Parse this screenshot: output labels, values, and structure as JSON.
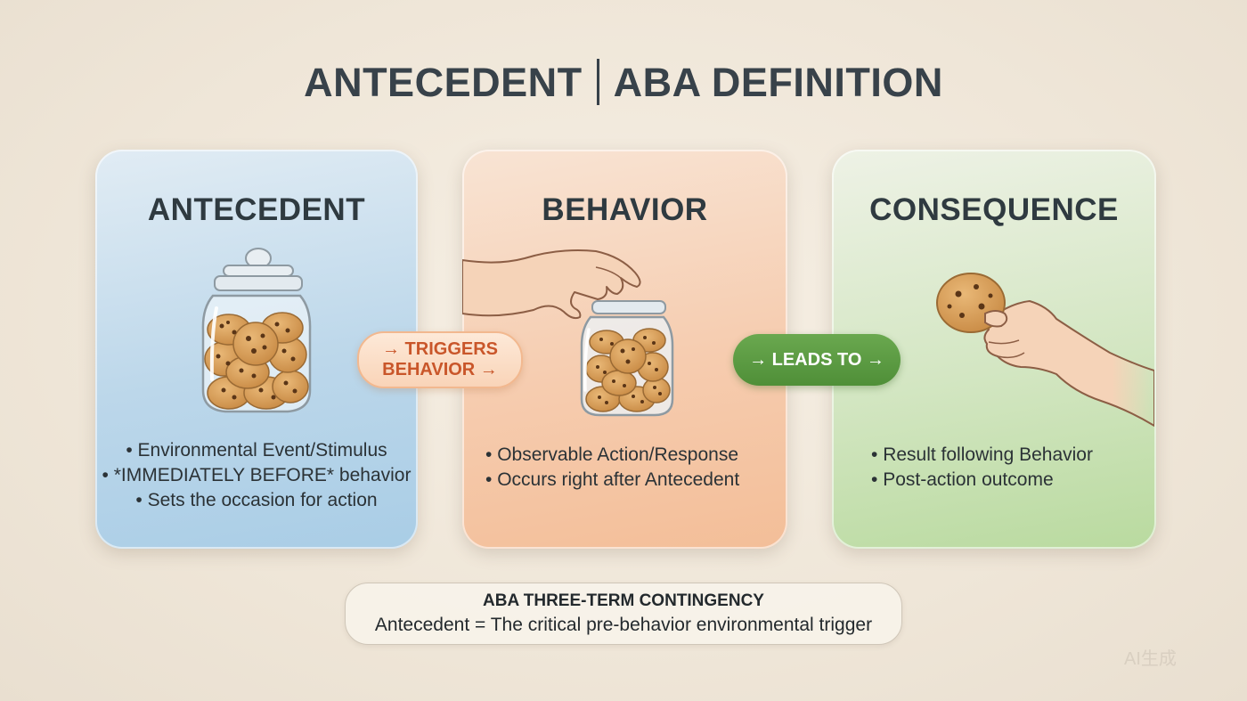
{
  "title": {
    "left": "ANTECEDENT",
    "right": "ABA DEFINITION"
  },
  "cards": [
    {
      "title": "ANTECEDENT",
      "bullets": [
        "Environmental Event/Stimulus",
        "*IMMEDIATELY BEFORE* behavior",
        "Sets the occasion for action"
      ]
    },
    {
      "title": "BEHAVIOR",
      "bullets": [
        "Observable Action/Response",
        "Occurs right after Antecedent"
      ]
    },
    {
      "title": "CONSEQUENCE",
      "bullets": [
        "Result following Behavior",
        "Post-action outcome"
      ]
    }
  ],
  "connectors": {
    "triggers_line1": "→ TRIGGERS",
    "triggers_line2": "BEHAVIOR →",
    "leads_to": "→ LEADS TO →"
  },
  "footer": {
    "heading": "ABA THREE-TERM CONTINGENCY",
    "text": "Antecedent = The critical pre-behavior environmental trigger"
  },
  "watermark": "AI生成",
  "colors": {
    "antecedent_card": "#bcd7ea",
    "behavior_card": "#f6ccaf",
    "consequence_card": "#d3e6c2",
    "triggers_text": "#c9562a",
    "leads_to_bg": "#5a9a42"
  },
  "icons": [
    "cookie-jar-icon",
    "hand-reaching-jar-icon",
    "hand-holding-cookie-icon"
  ]
}
